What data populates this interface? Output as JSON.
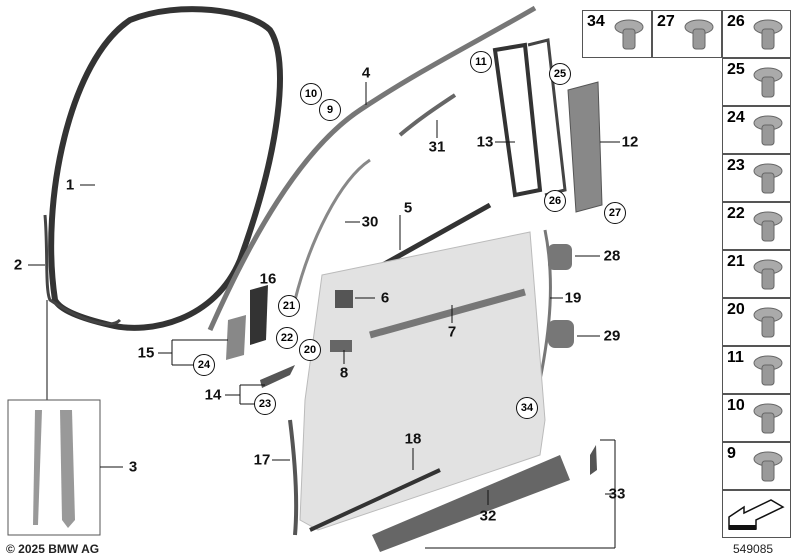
{
  "diagram": {
    "callouts": [
      "1",
      "2",
      "3",
      "4",
      "5",
      "6",
      "7",
      "8",
      "12",
      "13",
      "14",
      "15",
      "16",
      "17",
      "18",
      "19",
      "28",
      "29",
      "30",
      "31",
      "32",
      "33"
    ],
    "circled_callouts": [
      "11",
      "10",
      "9",
      "25",
      "26",
      "27",
      "21",
      "22",
      "20",
      "24",
      "23",
      "34"
    ],
    "parts_table": {
      "top_row": [
        "34",
        "27",
        "26"
      ],
      "column": [
        "25",
        "24",
        "23",
        "22",
        "21",
        "20",
        "11",
        "10",
        "9"
      ]
    },
    "copyright": "© 2025 BMW AG",
    "diagram_number": "549085"
  },
  "colors": {
    "part": "#8a8a8a",
    "part_dark": "#3a3a3a",
    "door": "#e2e2e2",
    "line": "#111111"
  }
}
